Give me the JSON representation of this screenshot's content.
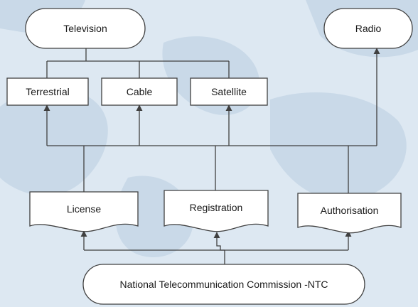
{
  "diagram": {
    "top": {
      "television": "Television",
      "radio": "Radio"
    },
    "tv_types": {
      "terrestrial": "Terrestrial",
      "cable": "Cable",
      "satellite": "Satellite"
    },
    "documents": {
      "license": "License",
      "registration": "Registration",
      "authorisation": "Authorisation"
    },
    "authority": "National Telecommunication Commission -NTC"
  },
  "colors": {
    "background": "#dde8f2",
    "map_land": "#c9d9e8",
    "node_fill": "#ffffff",
    "node_stroke": "#404040",
    "connector": "#404040"
  }
}
